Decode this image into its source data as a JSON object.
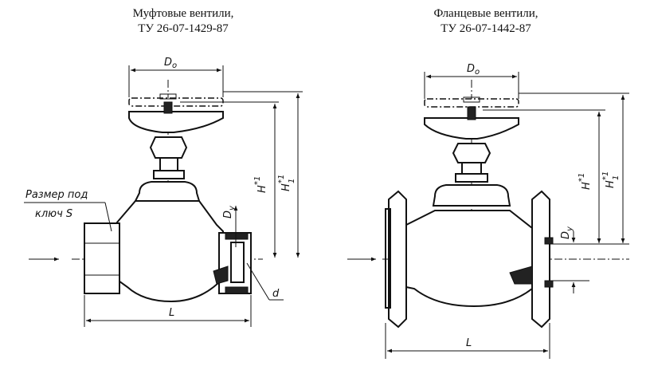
{
  "left": {
    "title_line1": "Муфтовые вентили,",
    "title_line2": "ТУ 26-07-1429-87",
    "key_label_line1": "Размер под",
    "key_label_line2": "ключ S",
    "dim_D": "D",
    "dim_D_sub": "o",
    "dim_H": "H",
    "dim_H1": "H",
    "dim_H_sup": "*1",
    "dim_H1_sub": "1",
    "dim_Dy": "D",
    "dim_Dy_sub": "y",
    "dim_d": "d",
    "dim_L": "L"
  },
  "right": {
    "title_line1": "Фланцевые вентили,",
    "title_line2": "ТУ 26-07-1442-87",
    "dim_D": "D",
    "dim_D_sub": "o",
    "dim_H": "H",
    "dim_H1": "H",
    "dim_H_sup": "*1",
    "dim_H1_sub": "1",
    "dim_Dy": "D",
    "dim_Dy_sub": "y",
    "dim_L": "L"
  }
}
